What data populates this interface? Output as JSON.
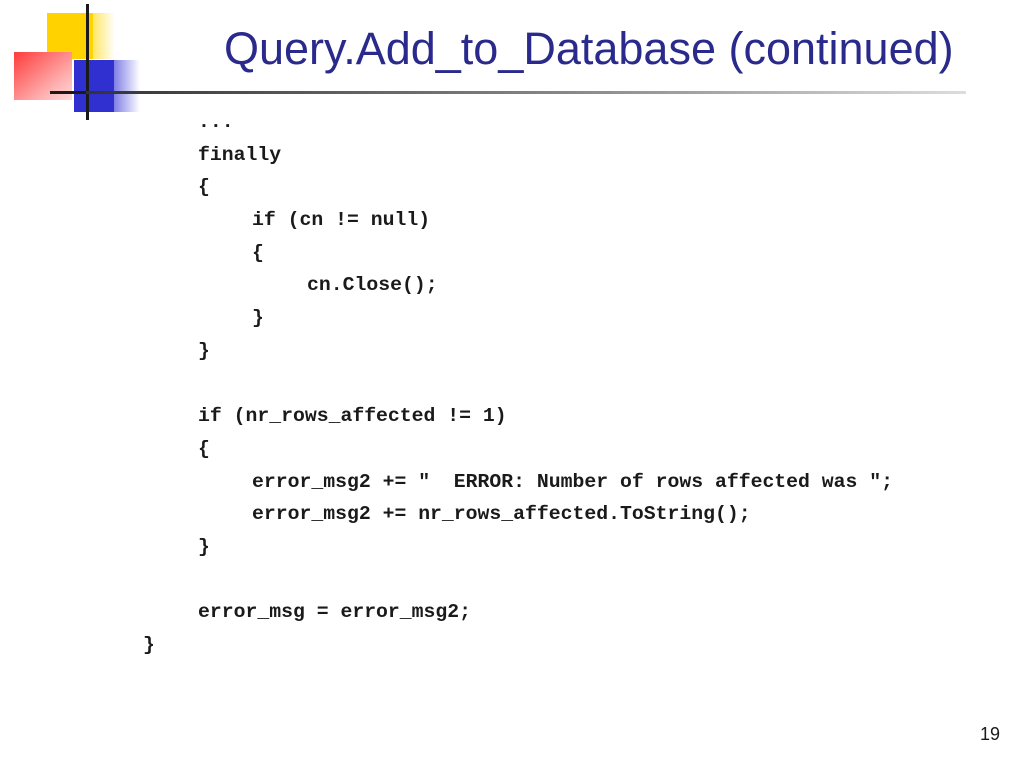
{
  "slide": {
    "title": "Query.Add_to_Database (continued)",
    "page_number": "19",
    "code_lines": [
      {
        "text": "...",
        "indent": 1
      },
      {
        "text": "finally",
        "indent": 1
      },
      {
        "text": "{",
        "indent": 1
      },
      {
        "text": "if (cn != null)",
        "indent": 2
      },
      {
        "text": "{",
        "indent": 2
      },
      {
        "text": "cn.Close();",
        "indent": 3
      },
      {
        "text": "}",
        "indent": 2
      },
      {
        "text": "}",
        "indent": 1
      },
      {
        "text": "",
        "indent": 1
      },
      {
        "text": "if (nr_rows_affected != 1)",
        "indent": 1
      },
      {
        "text": "{",
        "indent": 1
      },
      {
        "text": "error_msg2 += \"  ERROR: Number of rows affected was \";",
        "indent": 2
      },
      {
        "text": "error_msg2 += nr_rows_affected.ToString();",
        "indent": 2
      },
      {
        "text": "}",
        "indent": 1
      },
      {
        "text": "",
        "indent": 1
      },
      {
        "text": "error_msg = error_msg2;",
        "indent": 1
      },
      {
        "text": "}",
        "indent": 0
      }
    ]
  },
  "colors": {
    "title": "#2a2a8c",
    "code_text": "#1a1a1a",
    "logo_yellow": "#ffd200",
    "logo_red": "#ff3b3b",
    "logo_blue": "#3030d0"
  }
}
